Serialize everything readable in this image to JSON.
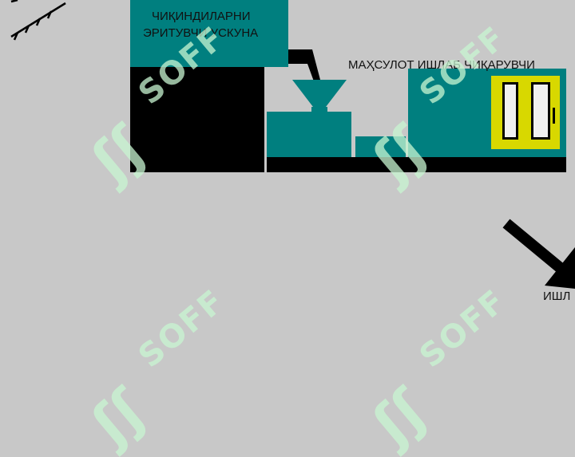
{
  "diagram": {
    "melter_label_line1": "ЧИҚИНДИЛАРНИ",
    "melter_label_line2": "ЭРИТУВЧИ УСКУНА",
    "producer_label": "МАҲСУЛОТ ИШЛАБ ЧИҚАРУВЧИ",
    "partial_label": "ИШЛ"
  },
  "watermark": {
    "text": "SOFF",
    "logo": "ʃʃ"
  },
  "colors": {
    "background": "#c8c8c8",
    "machine": "#007f7f",
    "base": "#000000",
    "panel": "#d8d800"
  }
}
